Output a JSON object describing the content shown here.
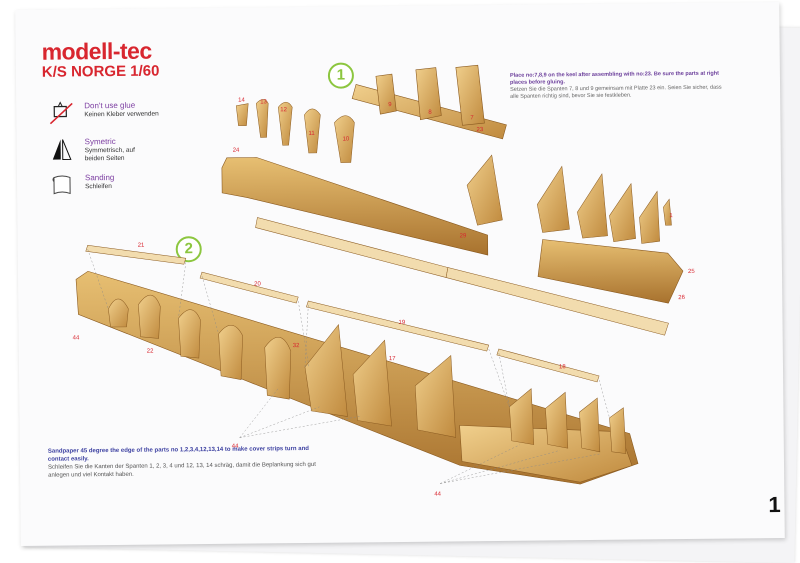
{
  "brand": {
    "name": "modell-tec",
    "model": "K/S NORGE 1/60"
  },
  "legend": [
    {
      "icon": "no-glue-icon",
      "title": "Don't use glue",
      "subtitle": "Keinen Kleber verwenden"
    },
    {
      "icon": "symmetric-icon",
      "title": "Symetric",
      "subtitle": "Symmetrisch, auf beiden Seiten"
    },
    {
      "icon": "sanding-icon",
      "title": "Sanding",
      "subtitle": "Schleifen"
    }
  ],
  "steps": {
    "step1": "1",
    "step2": "2"
  },
  "top_note": {
    "en": "Place no:7,8,9 on the keel after assembling with no:23. Be sure the parts at right places before gluing.",
    "de": "Setzen Sie die Spanten 7, 8 und 9 gemeinsam mit Platte 23 ein. Seien Sie sicher, dass alle Spanten richtig sind, bevor Sie sie festkleben."
  },
  "bottom_note": {
    "en": "Sandpaper 45 degree the edge of the parts no 1,2,3,4,12,13,14 to make cover strips turn and contact easily.",
    "de": "Schleifen Sie die Kanten der Spanten 1, 2, 3, 4 und 12, 13, 14 schräg, damit die Beplankung sich gut anlegen und viel Kontakt haben."
  },
  "part_numbers": {
    "p14": "14",
    "p13": "13",
    "p12": "12",
    "p11": "11",
    "p10": "10",
    "p23": "23",
    "p24": "24",
    "p29": "29",
    "p25": "25",
    "p26": "26",
    "p1": "1",
    "p21": "21",
    "p20": "20",
    "p19": "19",
    "p18": "18",
    "p17": "17",
    "p22": "22",
    "p32": "32",
    "p44a": "44",
    "p44b": "44",
    "p44c": "44",
    "p9": "9",
    "p8": "8",
    "p7": "7"
  },
  "page_number": "1",
  "colors": {
    "brand_red": "#d8262f",
    "legend_purple": "#7d3fa2",
    "step_green": "#8cc63f",
    "wood_light": "#e9c27a",
    "wood_dark": "#b07a33"
  }
}
